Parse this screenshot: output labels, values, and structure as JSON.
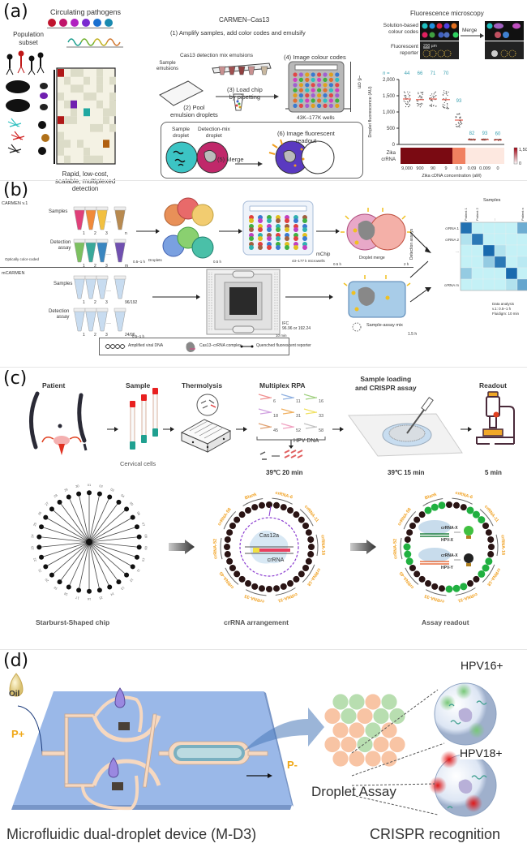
{
  "panels": {
    "a": {
      "label": "(a)",
      "left": {
        "pathogens_title": "Circulating pathogens",
        "population_title": "Population subset",
        "caption": [
          "Rapid, low-cost,",
          "scalable, multiplexed",
          "detection"
        ],
        "pathogen_colors": [
          "#c0142e",
          "#c0146a",
          "#b020c0",
          "#7a2ad0",
          "#1a70d0",
          "#1a8ab0"
        ],
        "hit_colors": [
          "#b01818",
          "#7020b0",
          "#20a8a0",
          "#b06010"
        ]
      },
      "center": {
        "title": "CARMEN–Cas13",
        "step1": "(1) Amplify samples, add color codes and emulsify",
        "sample_emulsions": [
          "Sample",
          "emulsions"
        ],
        "detection_mix": "Cas13 detection mix emulsions",
        "step2": [
          "(2) Pool",
          "emulsion droplets"
        ],
        "step3": [
          "(3) Load chip",
          "by pipetting"
        ],
        "step4": "(4) Image colour codes",
        "chip_size": "~6 cm",
        "wells": "43K–177K wells",
        "sample_droplet": [
          "Sample",
          "droplet"
        ],
        "detection_droplet": [
          "Detection-mix",
          "droplet"
        ],
        "step5": "(5) Merge",
        "step6": [
          "(6) Image fluorescent",
          "readout"
        ]
      },
      "right": {
        "title": "Fluorescence microscopy",
        "row1_label": [
          "Solution-based",
          "colour codes"
        ],
        "row2_label": [
          "Fluorescent",
          "reporter"
        ],
        "scale": "200 µm",
        "merge": "Merge",
        "heatmap_row": [
          "Zika",
          "crRNA"
        ],
        "colorbar_max": "1,50",
        "colorbar_min": "0"
      }
    },
    "b": {
      "label": "(b)",
      "carmen": {
        "title": "CARMEN v.1",
        "samples": "Samples",
        "detection": [
          "Detection",
          "assay"
        ],
        "color_coded": "Optically color-coded",
        "tube_numbers": [
          "1",
          "2",
          "3",
          "n"
        ],
        "assay_numbers": [
          "1",
          "2",
          "3",
          "m"
        ],
        "time1": "0.5–1 h",
        "droplets": "Droplets",
        "time2": "0.5 h",
        "chip": "mChip",
        "microwells": "43–177 k microwells",
        "time3": "0.5 h",
        "merge": "Droplet merge",
        "time4": "2 h",
        "sample_colors": [
          "#e0407a",
          "#f08a3a",
          "#f2c040",
          "#b88a50"
        ],
        "assay_colors": [
          "#7cc060",
          "#3aa89a",
          "#3a86c0",
          "#7050b0"
        ]
      },
      "mcarmen": {
        "title": "mCARMEN",
        "samples": "Samples",
        "detection": [
          "Detection",
          "assay"
        ],
        "tube_numbers": [
          "1",
          "2",
          "3",
          "96/192"
        ],
        "assay_numbers": [
          "1",
          "2",
          "3",
          "24/96"
        ],
        "time1": "0.5–1 h",
        "ifc": [
          "IFC",
          "96.96 or 192.24"
        ],
        "time2": "10 min",
        "mix": "Sample-assay mix",
        "time3": "1.5 h"
      },
      "heatmap": {
        "title": "Samples",
        "columns": [
          "Patient 1",
          "Patient 2",
          "...",
          "Patient n"
        ],
        "rows": [
          "crRNA 1",
          "crRNA 2",
          "...",
          "",
          "",
          "crRNA m"
        ],
        "y_label": "Detection assays",
        "note": [
          "Data analysis",
          "v.1: 0.5–1 h",
          "Fluidigm: 10 min"
        ]
      },
      "legend": {
        "items": [
          "Amplified viral DNA",
          "Cas13–crRNA complex",
          "Quenched fluorescent reporter"
        ]
      }
    },
    "c": {
      "label": "(c)",
      "steps": [
        {
          "title": "Patient",
          "sub": "",
          "time": ""
        },
        {
          "title": "Sample",
          "sub": "Cervical cells",
          "time": ""
        },
        {
          "title": "Thermolysis",
          "sub": "",
          "time": ""
        },
        {
          "title": "Multiplex RPA",
          "sub": "HPV DNA",
          "time": "39℃  20 min"
        },
        {
          "title": "Sample loading\nand CRISPR assay",
          "title_lines": [
            "Sample loading",
            "and CRISPR assay"
          ],
          "sub": "",
          "time": "39℃  15 min"
        },
        {
          "title": "Readout",
          "sub": "",
          "time": "5 min"
        }
      ],
      "rpa_numbers": [
        "6",
        "11",
        "16",
        "18",
        "31",
        "33",
        "45",
        "52",
        "58"
      ],
      "chips": [
        {
          "caption": "Starburst-Shaped chip"
        },
        {
          "caption": "crRNA arrangement",
          "center_labels": [
            "Cas12a",
            "crRNA"
          ]
        },
        {
          "caption": "Assay readout",
          "legend": [
            "crRNA-X",
            "HPV-X",
            "crRNA-X",
            "HPV-Y"
          ]
        }
      ],
      "channel_numbers": [
        "01",
        "02",
        "03",
        "04",
        "05",
        "06",
        "07",
        "08",
        "09",
        "10",
        "11",
        "12",
        "13",
        "14",
        "15",
        "16",
        "17",
        "18",
        "19",
        "20",
        "21",
        "22",
        "23",
        "24",
        "25",
        "26",
        "27",
        "28",
        "29",
        "30"
      ],
      "crrna_labels": [
        "Blank",
        "crRNA-6",
        "crRNA-11",
        "crRNA-16",
        "crRNA-18",
        "crRNA-31",
        "crRNA-33",
        "crRNA-45",
        "crRNA-52",
        "crRNA-58"
      ]
    },
    "d": {
      "label": "(d)",
      "oil": "Oil",
      "p_plus": "P+",
      "p_minus": "P-",
      "device_caption": "Microfluidic dual-droplet device (M-D3)",
      "droplet_caption": "Droplet Assay",
      "hpv16": "HPV16+",
      "hpv18": "HPV18+",
      "recognition_caption": "CRISPR recognition",
      "droplet_grid": [
        [
          "g",
          "g",
          "o",
          "g"
        ],
        [
          "o",
          "g",
          "o",
          "g",
          "g"
        ],
        [
          "o",
          "o",
          "g",
          "o"
        ],
        [
          "o",
          "o",
          "g",
          "o",
          "o"
        ],
        [
          "o",
          "o",
          "o",
          "o"
        ]
      ],
      "colors": {
        "green": "#b8deb0",
        "orange": "#f8c4a4",
        "accent": "#f0a818",
        "chip": "#9ab8e8"
      }
    }
  }
}
